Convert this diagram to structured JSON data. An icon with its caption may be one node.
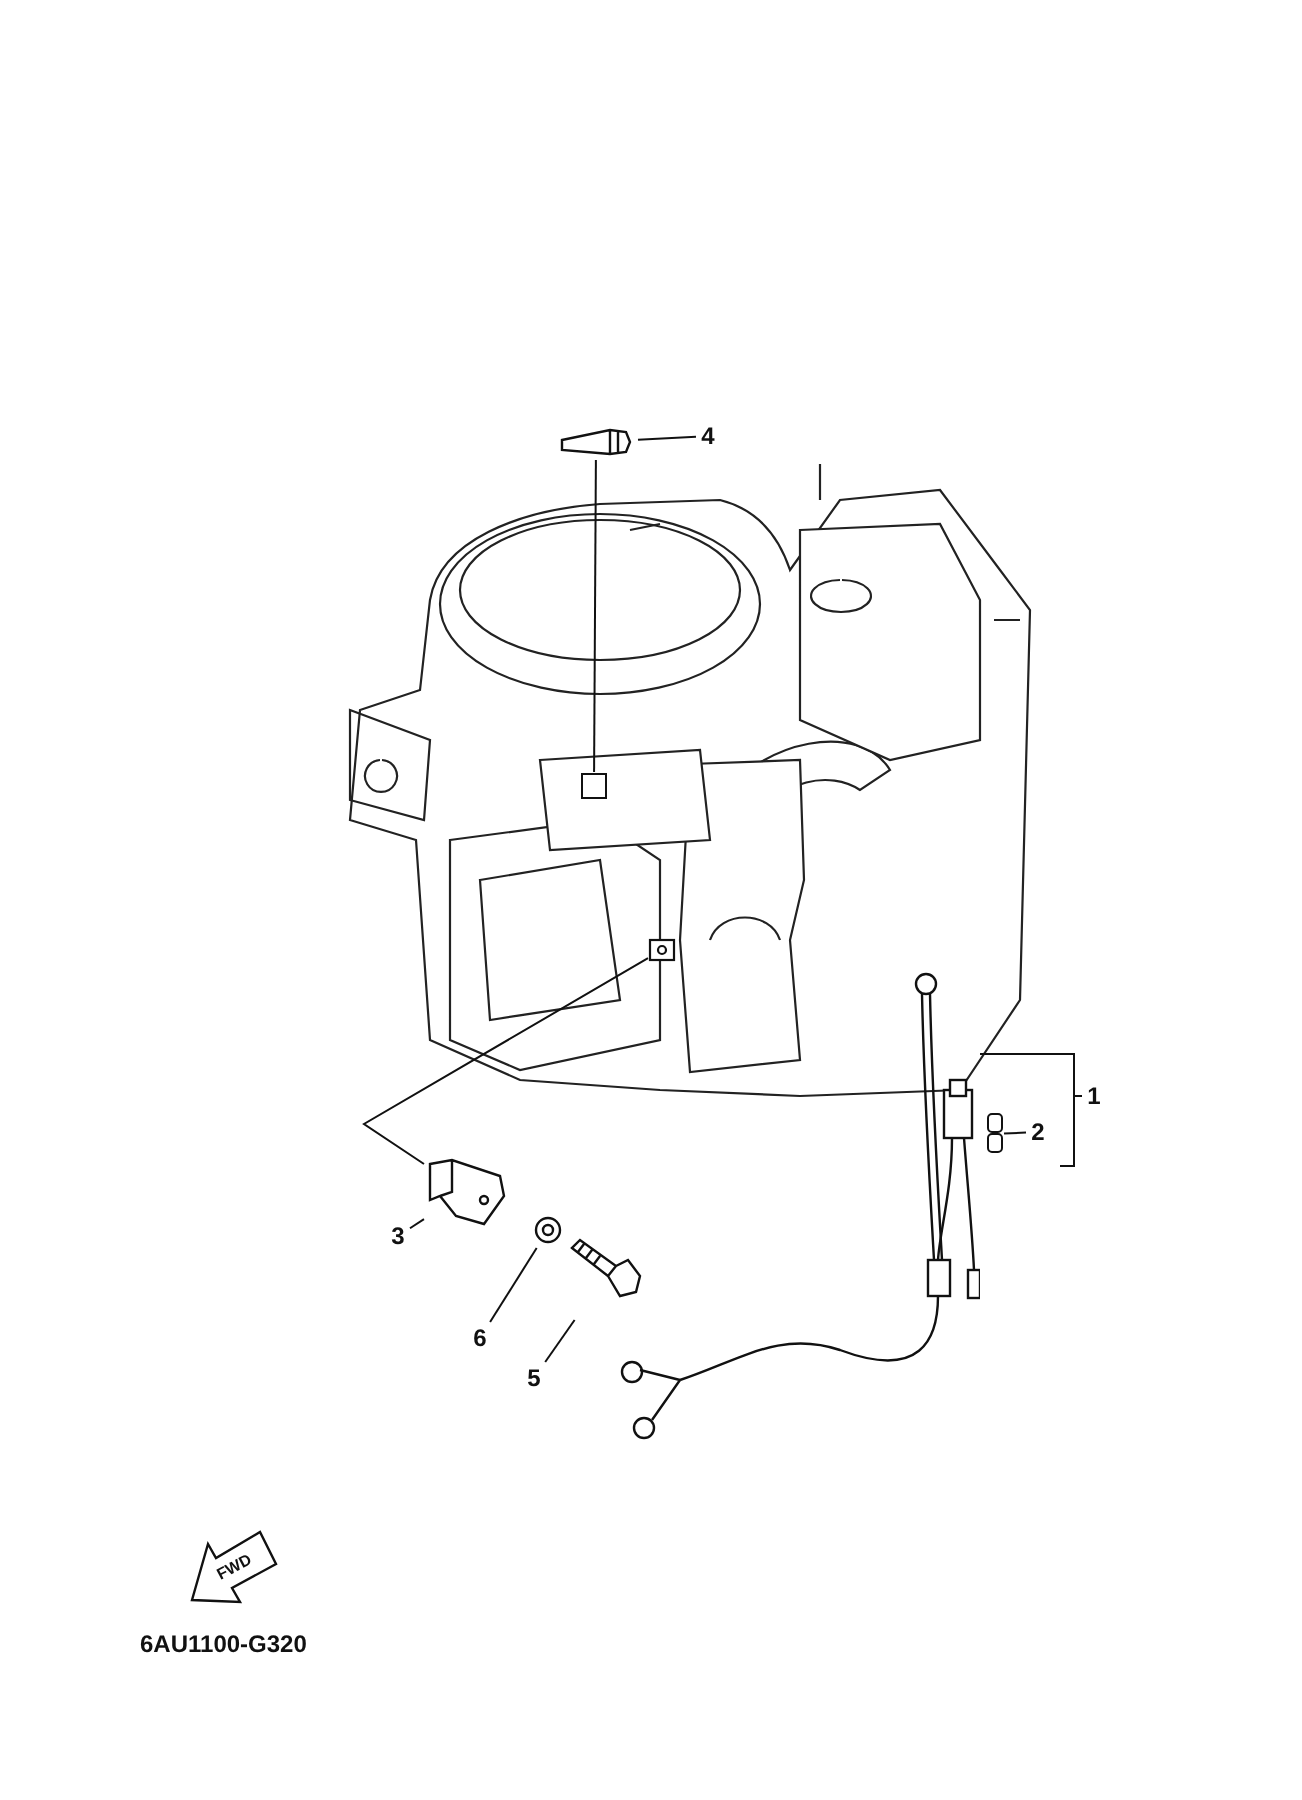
{
  "diagram": {
    "nodes": [
      {
        "text": [
          "4"
        ]
      },
      {
        "text": [],
        "shape": "picture"
      },
      {
        "text": [
          "1"
        ]
      },
      {
        "text": [],
        "shape": "picture"
      },
      {
        "text": [
          "2"
        ]
      },
      {
        "text": [],
        "shape": "picture"
      },
      {
        "text": [
          "3"
        ]
      },
      {
        "text": [],
        "shape": "picture"
      },
      {
        "text": [
          "6"
        ]
      },
      {
        "text": [],
        "shape": "picture"
      },
      {
        "text": [
          "5"
        ]
      },
      {
        "text": [],
        "shape": "picture"
      },
      {
        "text": [],
        "shape": "box"
      },
      {
        "text": [],
        "shape": "picture"
      }
    ],
    "edges": [
      {
        "from": 0,
        "to": 1,
        "arrow": "none"
      },
      {
        "from": 2,
        "to": 3,
        "arrow": "none"
      },
      {
        "from": 4,
        "to": 5,
        "arrow": "none"
      },
      {
        "from": 6,
        "to": 7,
        "arrow": "none"
      },
      {
        "from": 8,
        "to": 9,
        "arrow": "none"
      },
      {
        "from": 10,
        "to": 11,
        "arrow": "none"
      },
      {
        "from": 1,
        "to": 12,
        "arrow": "none"
      },
      {
        "from": 7,
        "to": 13,
        "arrow": "none"
      }
    ],
    "labels": [
      "FWD",
      "6AU1100-G320"
    ]
  }
}
